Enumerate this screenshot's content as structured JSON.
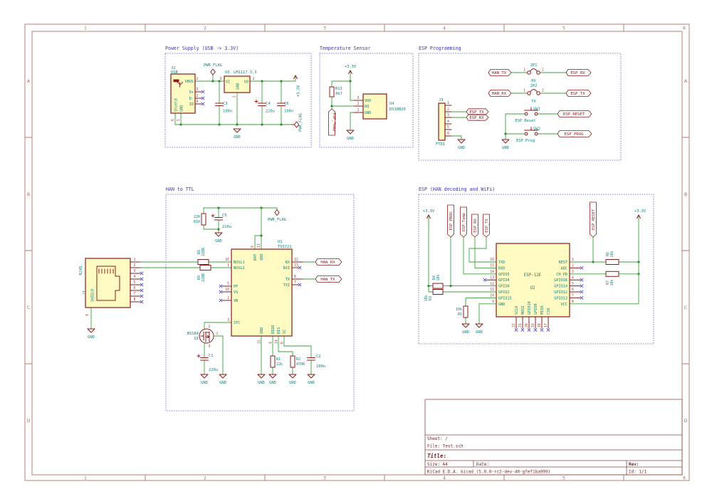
{
  "colors": {
    "wire_green": "#3da23d",
    "symbol_red": "#8a1c1c",
    "symbol_fill": "#fffbc2",
    "field_teal": "#0e8080",
    "pin_number": "#9c4130",
    "section_blue": "#5b5bc4",
    "no_connect_blue": "#5353c8",
    "frame_brown": "#b07468",
    "background": "#ffffff"
  },
  "frame": {
    "cols": [
      "1",
      "2",
      "3",
      "4",
      "5",
      "6"
    ],
    "rows": [
      "A",
      "B",
      "C",
      "D"
    ]
  },
  "title_block": {
    "sheet": "Sheet: /",
    "file": "File: Test.sch",
    "title_label": "Title:",
    "size": "Size: A4",
    "date": "Date:",
    "rev": "Rev:",
    "app": "KiCad E.D.A.  kicad (5.0.0-rc2-dev-40-gfef1ba999)",
    "id": "Id: 1/1"
  },
  "nets": {
    "gnd": "GND",
    "v33": "+3.3V",
    "pwrflag": "PWR_FLAG"
  },
  "power": {
    "title": "Power Supply (USB -> 3.3V)",
    "j2": {
      "ref": "J2",
      "value": "USB",
      "pins": [
        {
          "num": "1",
          "name": "VBUS"
        },
        {
          "num": "3",
          "name": "D+"
        },
        {
          "num": "2",
          "name": "D-"
        },
        {
          "num": "4",
          "name": "ID"
        }
      ],
      "bottom": [
        {
          "num": "6",
          "name": "Shield"
        },
        {
          "num": "5",
          "name": "GND"
        }
      ]
    },
    "u3": {
      "ref": "U3",
      "value": "LM1117-3.3",
      "vi": {
        "name": "VI",
        "num": "3"
      },
      "vo": {
        "name": "VO",
        "num": "2"
      },
      "gnd": {
        "name": "GND",
        "num": "1"
      }
    },
    "c3": {
      "ref": "C3",
      "value": "100n"
    },
    "c4": {
      "ref": "C4",
      "value": "220u"
    },
    "c6": {
      "ref": "C6",
      "value": "100n"
    }
  },
  "temp": {
    "title": "Temperature Sensor",
    "r11": {
      "ref": "R11",
      "value": "4k7"
    },
    "u4": {
      "ref": "U4",
      "value": "DS18B20",
      "pins": [
        {
          "num": "3",
          "name": "VDD"
        },
        {
          "num": "2",
          "name": "DQ"
        },
        {
          "num": "1",
          "name": "GND"
        }
      ]
    },
    "tag": "ESP_Temp"
  },
  "prog": {
    "title": "ESP Programming",
    "jp1": {
      "ref": "JP1",
      "value": "RX",
      "p1": "1",
      "p2": "2",
      "left": "HAN_TX",
      "right": "ESP_RX"
    },
    "jp2": {
      "ref": "JP2",
      "value": "TX",
      "p1": "1",
      "p2": "2",
      "left": "HAN_RX",
      "right": "ESP_TX"
    },
    "j3": {
      "ref": "J3",
      "value": "FTDI",
      "pins": [
        "1",
        "2",
        "3",
        "4",
        "5",
        "6"
      ],
      "tag2": "ESP_TX",
      "tag3": "ESP_RX"
    },
    "sw1": {
      "ref": "SW1",
      "value": "ESP Reset",
      "tag": "ESP_RESET"
    },
    "sw2": {
      "ref": "SW2",
      "value": "ESP Prog",
      "tag": "ESP_PROG"
    }
  },
  "han": {
    "title": "HAN to TTL",
    "j1": {
      "ref": "J1",
      "value": "RJ45",
      "shield": "SHIELD",
      "pins": [
        "1",
        "2",
        "3",
        "4",
        "5",
        "6",
        "7",
        "8"
      ],
      "pin9": "9"
    },
    "r8": {
      "ref": "R8",
      "value": "220R"
    },
    "r9": {
      "ref": "R9",
      "value": "220R"
    },
    "r10": {
      "ref": "R10",
      "value": "22R"
    },
    "c5": {
      "ref": "C5",
      "value": "220u"
    },
    "c1": {
      "ref": "C1",
      "value": "220u"
    },
    "c2": {
      "ref": "C2",
      "value": "100n"
    },
    "r1": {
      "ref": "R1",
      "value": "22k"
    },
    "r2": {
      "ref": "R2",
      "value": "470R"
    },
    "q1": {
      "ref": "Q1",
      "value": "BSS84",
      "p_top": "2",
      "p_right": "1",
      "p_bottom": "3"
    },
    "u1": {
      "ref": "U1",
      "value": "TSS721",
      "left": [
        {
          "num": "16",
          "name": "BUSL1"
        },
        {
          "num": "1",
          "name": "BUSL2"
        },
        {
          "num": "5",
          "name": "PF"
        },
        {
          "num": "10",
          "name": "VS"
        },
        {
          "num": "2",
          "name": "VB"
        },
        {
          "num": "3",
          "name": "STC"
        }
      ],
      "right": [
        {
          "num": "12",
          "name": "RX"
        },
        {
          "num": "13",
          "name": "RXI"
        },
        {
          "num": "8",
          "name": "TX"
        },
        {
          "num": "7",
          "name": "TXI"
        }
      ],
      "top": [
        {
          "num": "9",
          "name": "BAT"
        },
        {
          "num": "11",
          "name": "VDD"
        }
      ],
      "bottom": [
        {
          "num": "15",
          "name": "GND"
        },
        {
          "num": "4",
          "name": "RIDD"
        },
        {
          "num": "14",
          "name": "RIS"
        },
        {
          "num": "6",
          "name": "SC"
        }
      ]
    },
    "tag_rx": "HAN_RX",
    "tag_tx": "HAN_TX"
  },
  "esp": {
    "title": "ESP (HAN decoding and WiFi)",
    "u2": {
      "ref": "U2",
      "value": "ESP-12E",
      "left": [
        {
          "num": "16",
          "name": "TXD"
        },
        {
          "num": "15",
          "name": "RXD"
        },
        {
          "num": "14",
          "name": "GPIO5"
        },
        {
          "num": "13",
          "name": "GPIO4"
        },
        {
          "num": "12",
          "name": "GPIO0"
        },
        {
          "num": "11",
          "name": "GPIO2"
        },
        {
          "num": "10",
          "name": "GPIO15"
        },
        {
          "num": "9",
          "name": "GND"
        }
      ],
      "right": [
        {
          "num": "1",
          "name": "REST"
        },
        {
          "num": "2",
          "name": "ADC"
        },
        {
          "num": "3",
          "name": "CH_PD"
        },
        {
          "num": "4",
          "name": "GPIO16"
        },
        {
          "num": "5",
          "name": "GPIO14"
        },
        {
          "num": "6",
          "name": "GPIO12"
        },
        {
          "num": "7",
          "name": "GPIO13"
        },
        {
          "num": "8",
          "name": "VCC"
        }
      ],
      "bottom": [
        {
          "num": "22",
          "name": "SCLK"
        },
        {
          "num": "21",
          "name": "MOSI"
        },
        {
          "num": "20",
          "name": "GPIO10"
        },
        {
          "num": "19",
          "name": "GPIO9"
        },
        {
          "num": "18",
          "name": "MISO"
        },
        {
          "num": "17",
          "name": "CS0"
        }
      ]
    },
    "r3": {
      "ref": "R3",
      "value": "10k"
    },
    "r4": {
      "ref": "R4",
      "value": "10k"
    },
    "r5": {
      "ref": "R5",
      "value": "10k"
    },
    "r6": {
      "ref": "R6",
      "value": "10k"
    },
    "r7": {
      "ref": "R7",
      "value": "10k"
    },
    "tags": {
      "prog": "ESP_PROG",
      "temp": "ESP_Temp",
      "rx": "ESP_RX",
      "tx": "ESP_TX",
      "reset": "ESP_RESET"
    }
  }
}
